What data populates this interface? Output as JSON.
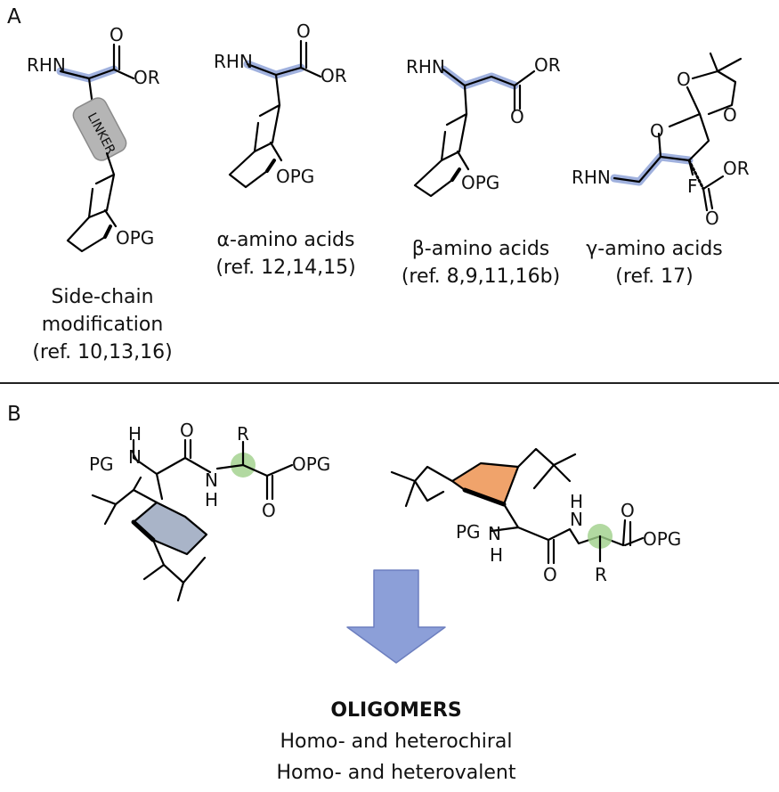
{
  "panel_a": {
    "letter": "A",
    "linker_label": "LINKER",
    "atoms": {
      "rhn": "RHN",
      "or": "OR",
      "o": "O",
      "opg": "OPG",
      "f": "F"
    },
    "captions": [
      {
        "name": "Side-chain modification",
        "lines": [
          "Side-chain",
          "modification",
          "(ref. 10,13,16)"
        ]
      },
      {
        "name": "alpha",
        "lines": [
          "α-amino acids",
          "(ref. 12,14,15)"
        ]
      },
      {
        "name": "beta",
        "lines": [
          "β-amino acids",
          "(ref. 8,9,11,16b)"
        ]
      },
      {
        "name": "gamma",
        "lines": [
          "γ-amino acids",
          "(ref. 17)"
        ]
      }
    ]
  },
  "panel_b": {
    "letter": "B",
    "atoms": {
      "pg": "PG",
      "n": "N",
      "h": "H",
      "r": "R",
      "o": "O",
      "opg": "OPG"
    },
    "result_title": "OLIGOMERS",
    "result_lines": [
      "Homo- and heterochiral",
      "Homo- and heterovalent"
    ]
  },
  "colors": {
    "highlight_blue": "#8fa3d8",
    "arrow_blue": "#8c9fd8",
    "sugar_gray_blue": "#a9b4c8",
    "sugar_orange": "#f0a36b",
    "alpha_carbon_green": "#9fd08a",
    "linker_gray": "#b5b5b5"
  }
}
